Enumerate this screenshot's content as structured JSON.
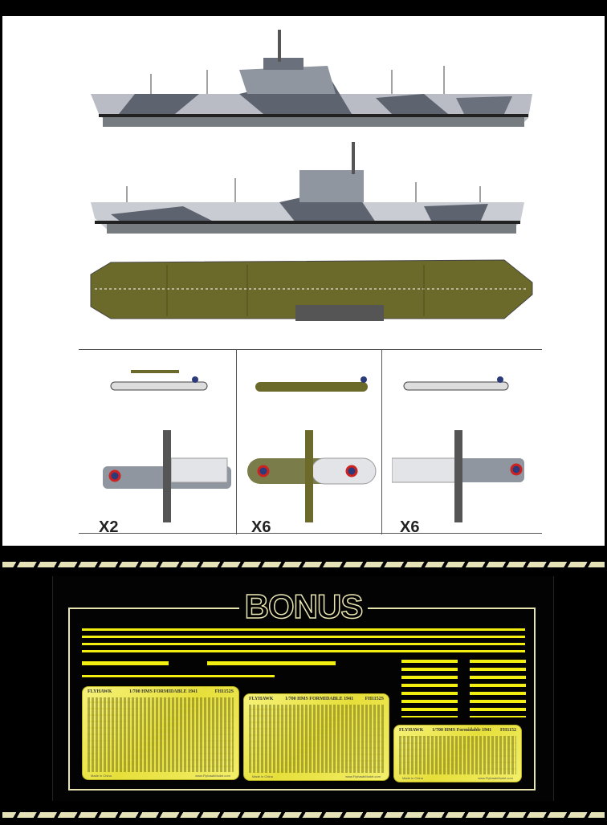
{
  "title": "BONUS",
  "aircraft_counts": [
    "X2",
    "X6",
    "X6"
  ],
  "photo_etch_sheets": [
    {
      "brand": "FLYHAWK",
      "title": "1/700 HMS FORMIDABLE 1941",
      "code": "FH1152S",
      "made": "Made in China",
      "url": "www.FlyhawkModel.com"
    },
    {
      "brand": "FLYHAWK",
      "title": "1/700 HMS FORMIDABLE 1941",
      "code": "FH1152S",
      "made": "Made in China",
      "url": "www.FlyhawkModel.com"
    },
    {
      "brand": "FLYHAWK",
      "title": "1/700 HMS Formidable 1941",
      "code": "FH1152",
      "made": "Made in China",
      "url": "www.FlyhawkModel.com"
    }
  ],
  "colors": {
    "camo_light": "#c9ccd2",
    "camo_dark": "#5d6470",
    "camo_mid": "#8f96a0",
    "deck_olive": "#6b6a2a",
    "brass": "#ede64a",
    "frame": "#e8e4b0",
    "stripe": "#e6e2b8"
  }
}
